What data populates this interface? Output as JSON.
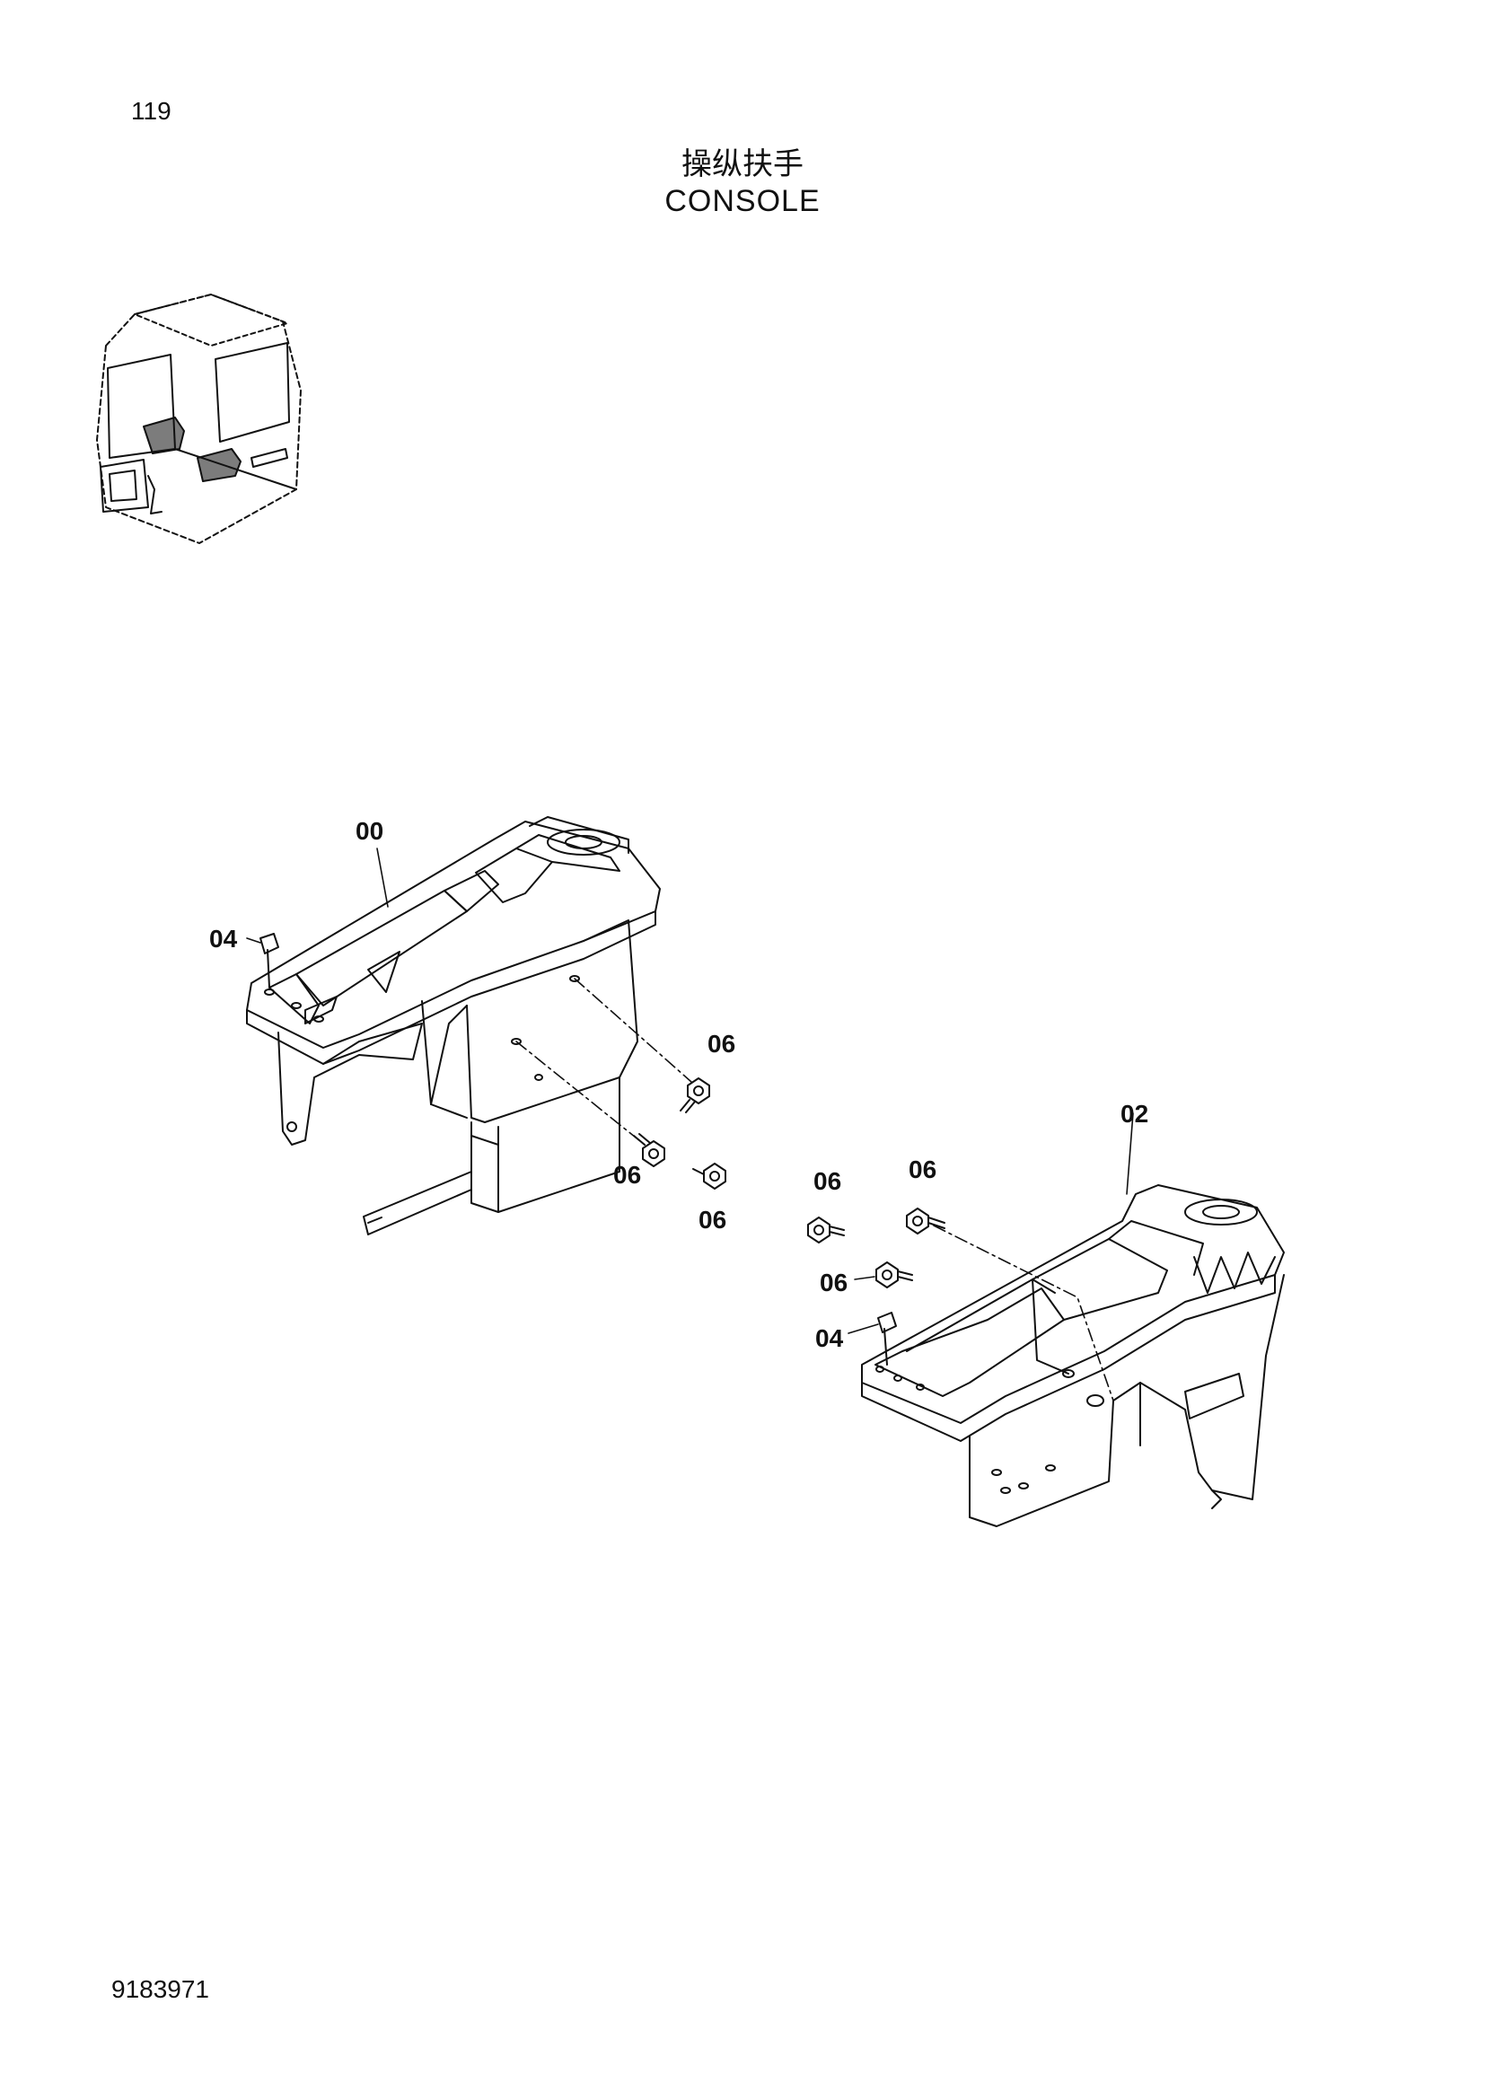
{
  "page": {
    "page_number": "119",
    "title_cn": "操纵扶手",
    "title_en": "CONSOLE",
    "document_code": "9183971"
  },
  "callouts": {
    "left_console": "00",
    "right_console": "02",
    "plate": "04",
    "bolt": "06"
  }
}
